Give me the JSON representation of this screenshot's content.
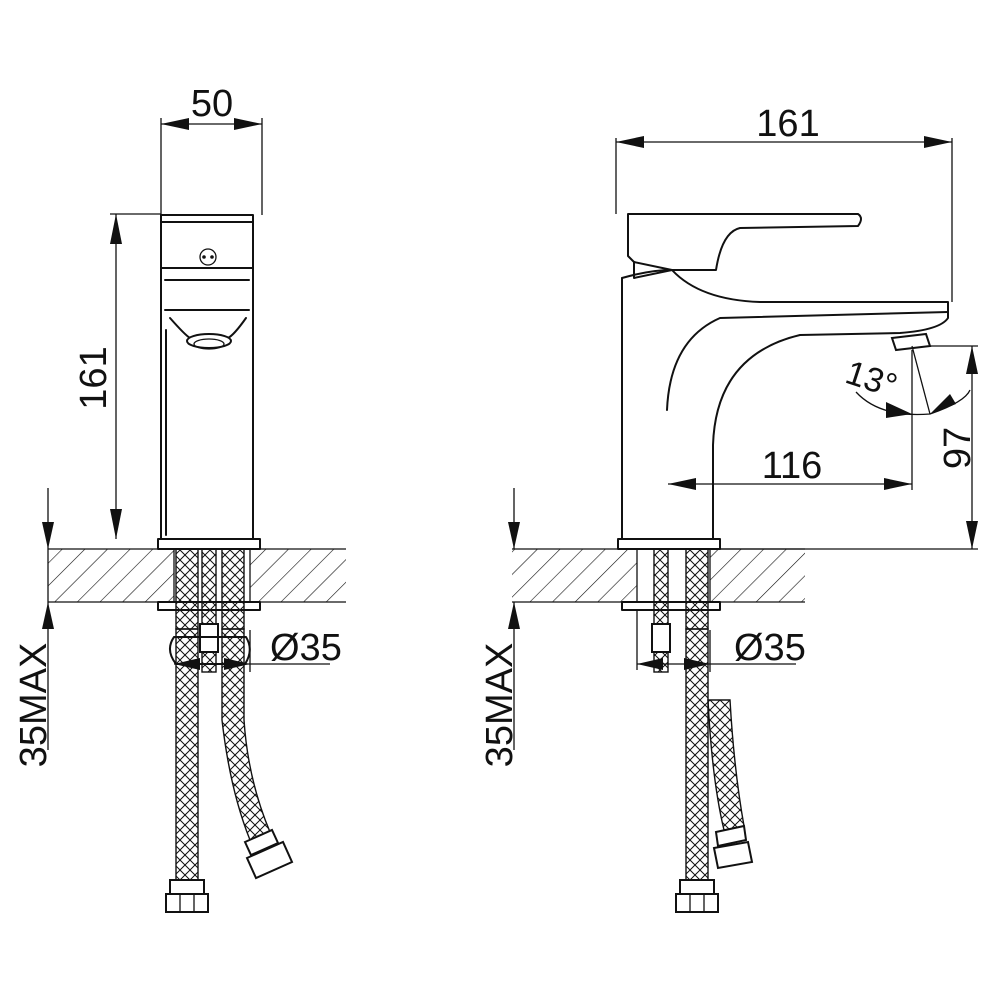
{
  "side_view": {
    "width_label": "50",
    "height_label": "161",
    "hole_label": "Ø35",
    "deck_label": "35MAX"
  },
  "front_view": {
    "length_label": "161",
    "reach_label": "116",
    "spout_height_label": "97",
    "angle_label": "13°",
    "hole_label": "Ø35",
    "deck_label": "35MAX"
  }
}
